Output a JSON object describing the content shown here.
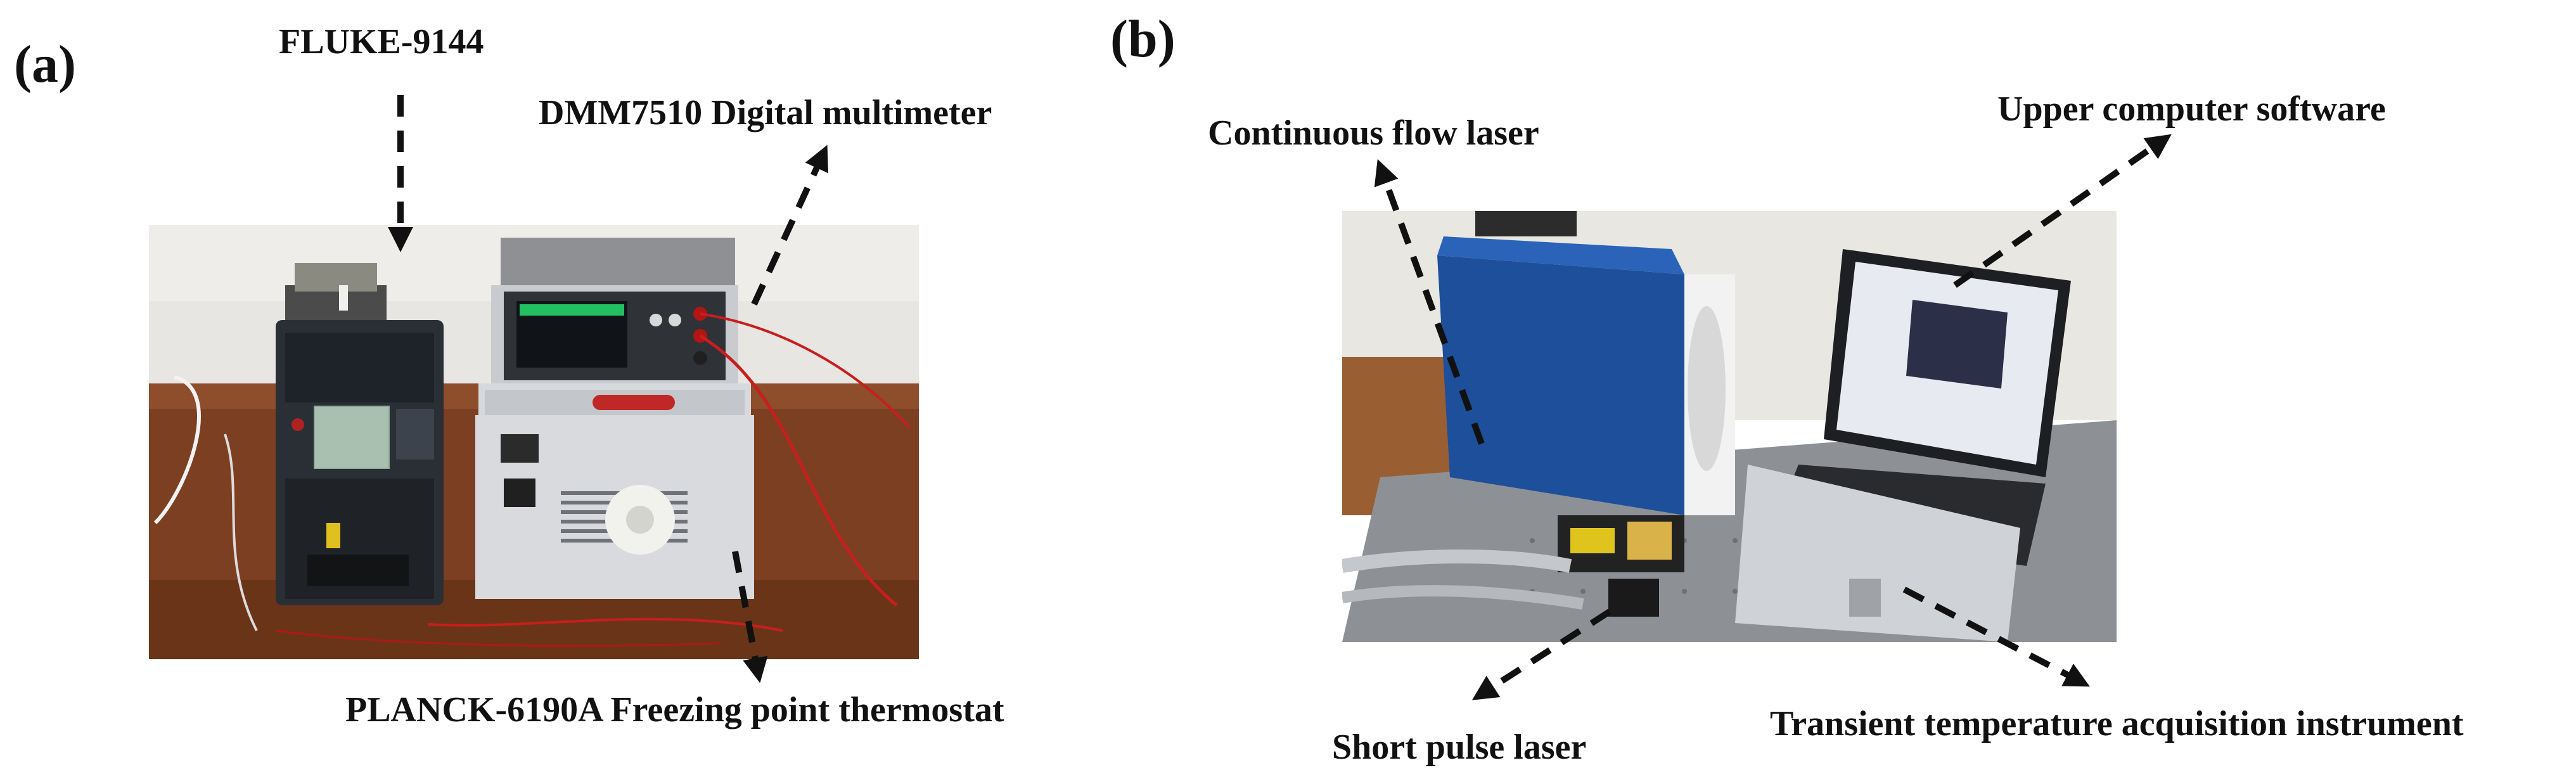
{
  "panel_a": {
    "label": "(a)",
    "callouts": {
      "fluke": "FLUKE-9144",
      "dmm": "DMM7510 Digital multimeter",
      "planck": "PLANCK-6190A Freezing point thermostat"
    }
  },
  "panel_b": {
    "label": "(b)",
    "callouts": {
      "continuous_laser": "Continuous flow laser",
      "software": "Upper computer software",
      "short_pulse": "Short pulse laser",
      "acquisition": "Transient temperature acquisition instrument"
    }
  },
  "colors": {
    "text": "#111111",
    "arrow": "#111111",
    "laser_body": "#1d4f9a",
    "wall": "#e6e3dd",
    "bench": "#8a8e92"
  }
}
